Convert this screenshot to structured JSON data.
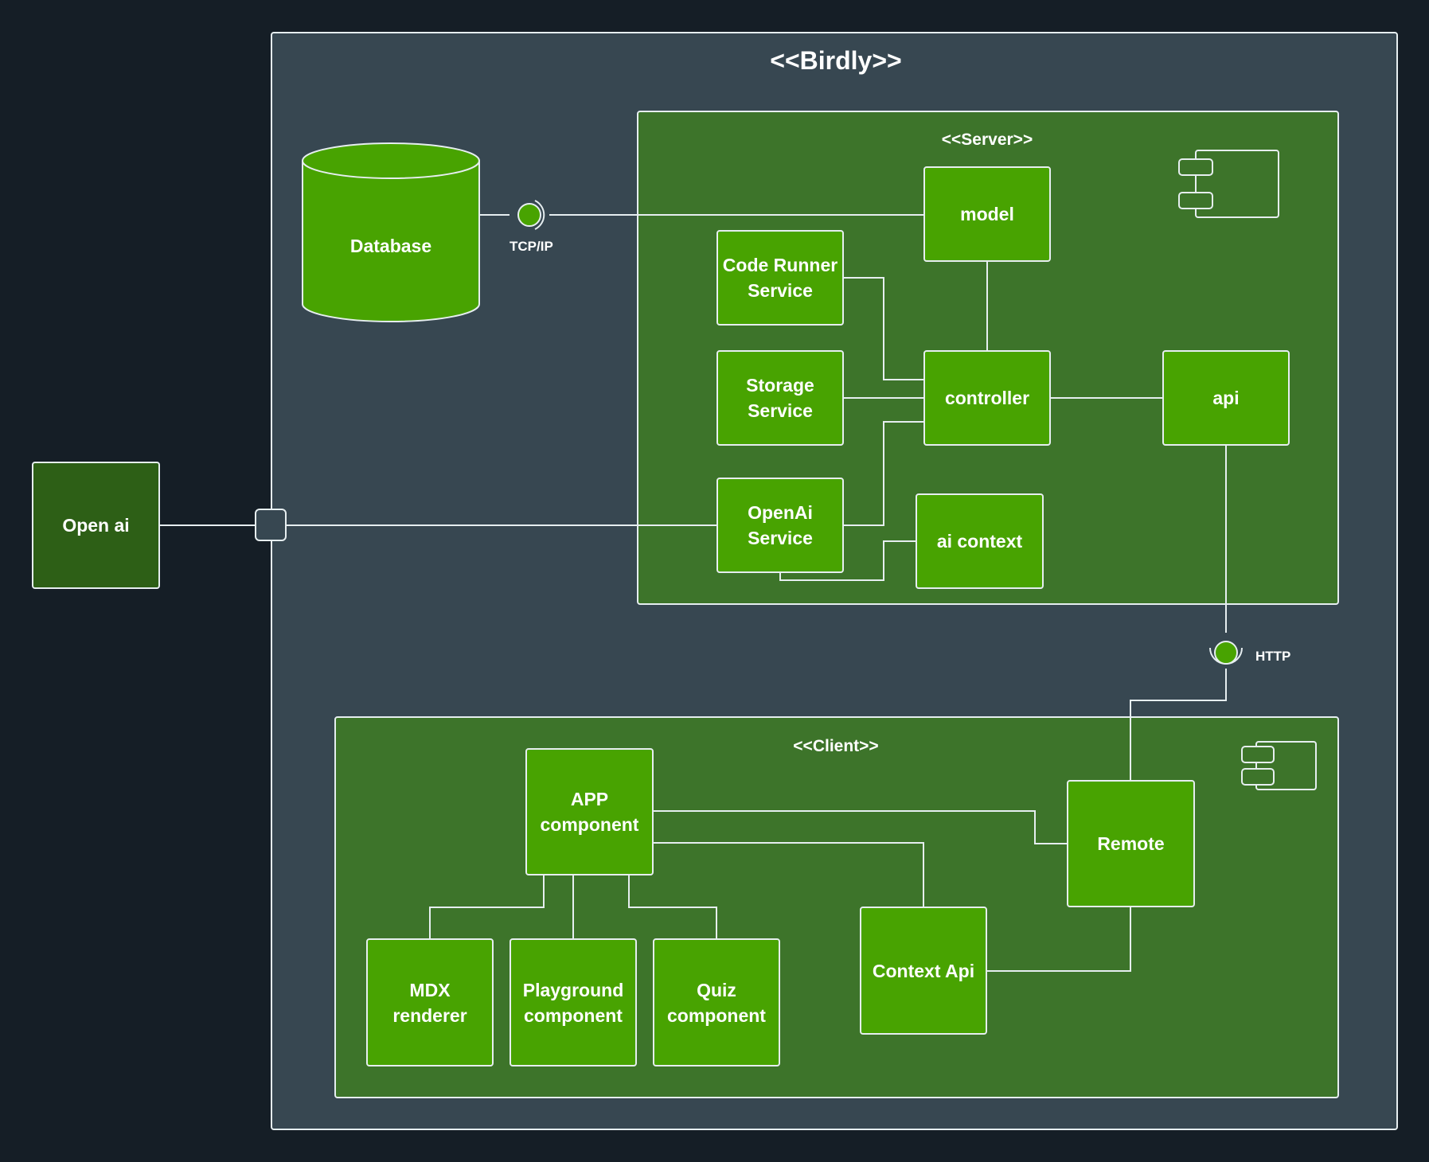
{
  "diagram": {
    "system_title": "<<Birdly>>",
    "server_title": "<<Server>>",
    "client_title": "<<Client>>",
    "external": {
      "open_ai": "Open ai"
    },
    "database": "Database",
    "interfaces": {
      "tcp": "TCP/IP",
      "http": "HTTP"
    },
    "server_components": {
      "model": "model",
      "code_runner": "Code Runner\nService",
      "storage": "Storage\nService",
      "controller": "controller",
      "api": "api",
      "openai_service": "OpenAi\nService",
      "ai_context": "ai context"
    },
    "client_components": {
      "app": "APP\ncomponent",
      "remote": "Remote",
      "context_api": "Context Api",
      "mdx": "MDX\nrenderer",
      "playground": "Playground\ncomponent",
      "quiz": "Quiz\ncomponent"
    },
    "colors": {
      "background": "#151e26",
      "system_fill": "#374751",
      "package_fill": "#3d742a",
      "component_fill": "#48a301",
      "external_fill": "#2d5f16",
      "stroke": "#e6eef0"
    }
  }
}
